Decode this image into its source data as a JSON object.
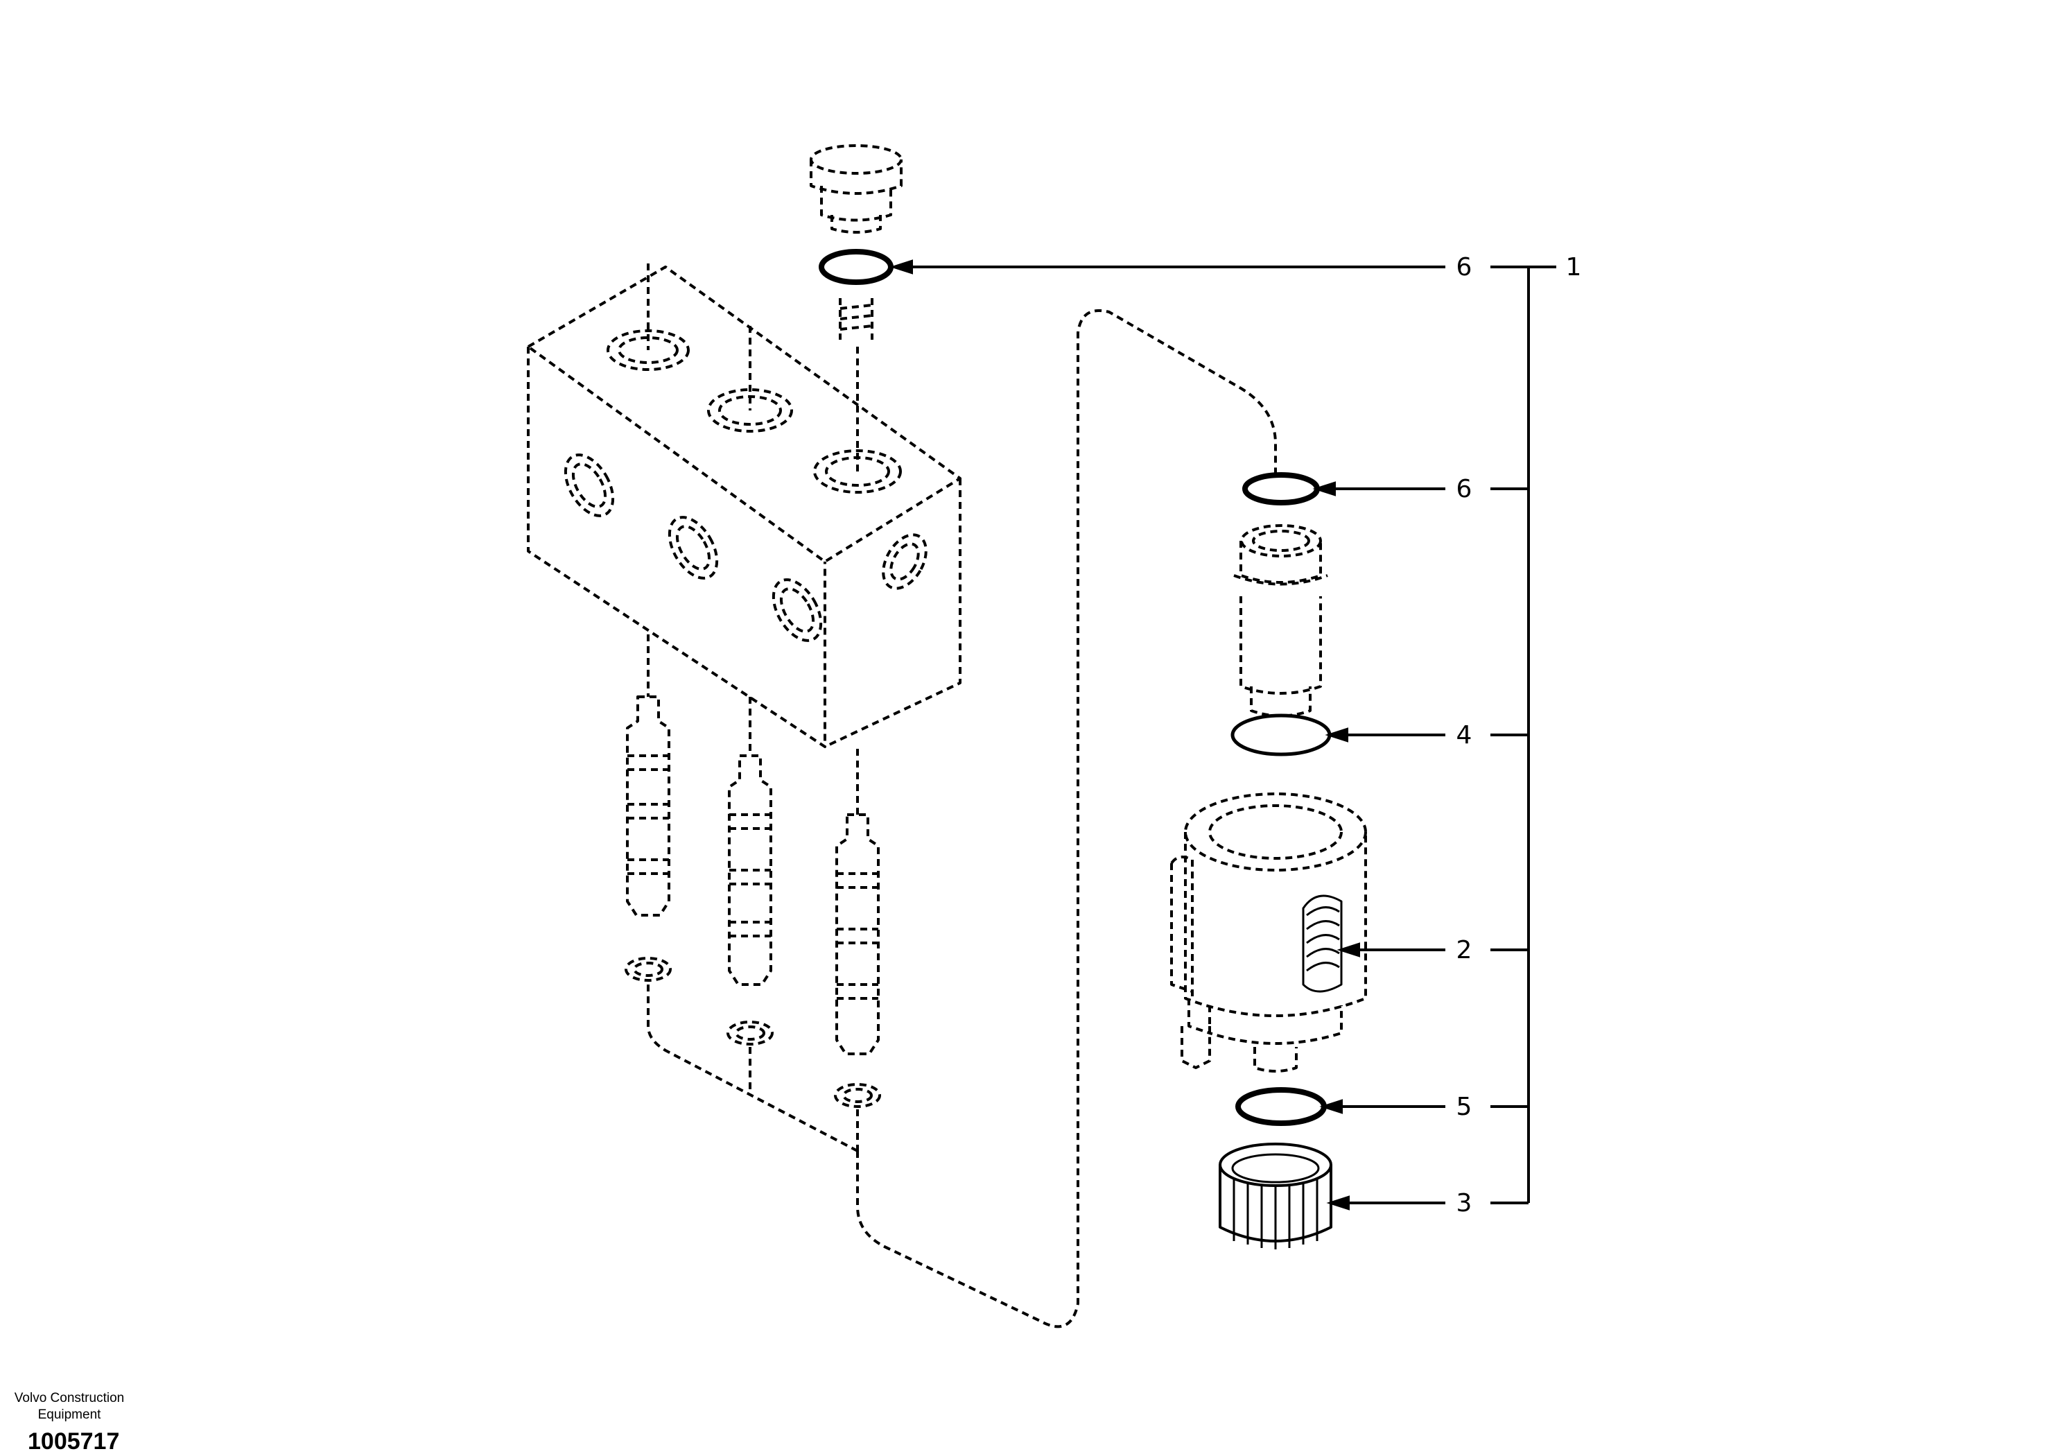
{
  "diagram": {
    "type": "exploded-parts-view",
    "callouts": {
      "assembly": "1",
      "housing": "2",
      "nut": "3",
      "oring_medium": "4",
      "oring_lower": "5",
      "oring_top": "6",
      "oring_mid": "6"
    }
  },
  "footer": {
    "brand": "Volvo Construction\nEquipment",
    "brand_line1": "Volvo Construction",
    "brand_line2": "Equipment",
    "document_number": "1005717"
  },
  "colors": {
    "line": "#000000",
    "background": "#ffffff"
  }
}
